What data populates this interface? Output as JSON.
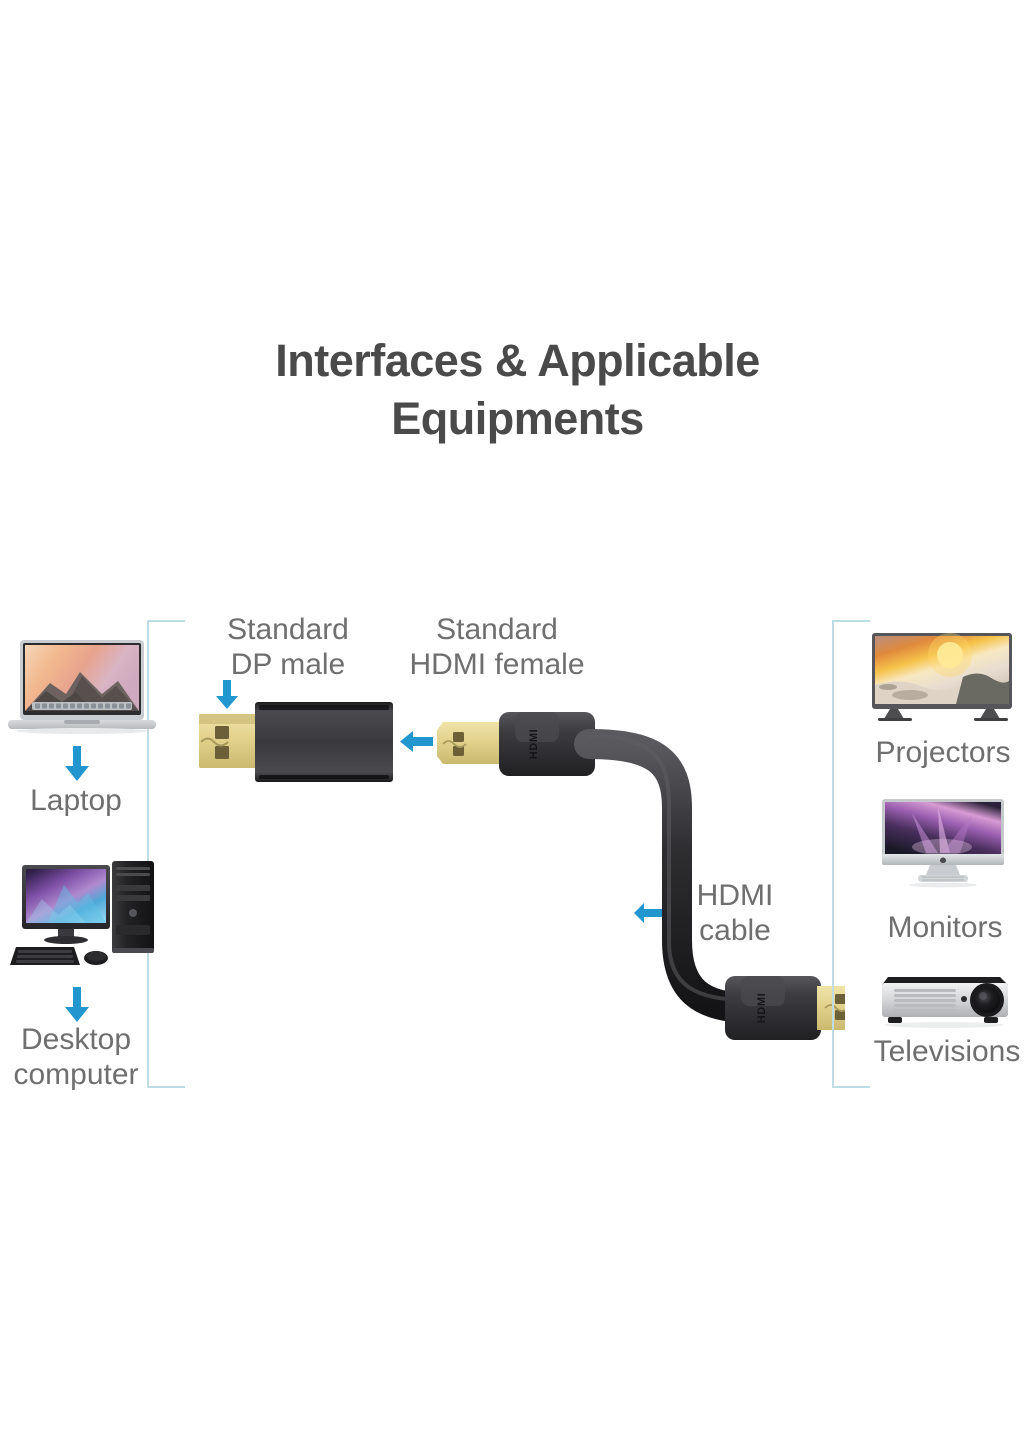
{
  "page": {
    "background": "#ffffff",
    "text_color": "#6f6f6f",
    "title_color": "#4a4a4a",
    "accent_blue": "#2196cf",
    "bracket_color": "#bfdde4"
  },
  "title": {
    "line1": "Interfaces & Applicable",
    "line2": "Equipments"
  },
  "left_group": {
    "items": [
      {
        "icon": "laptop-icon",
        "label": "Laptop"
      },
      {
        "icon": "desktop-computer-icon",
        "label": "Desktop\ncomputer"
      }
    ]
  },
  "center_group": {
    "labels": [
      {
        "name": "dp-male-label",
        "text": "Standard\nDP male"
      },
      {
        "name": "hdmi-female-label",
        "text": "Standard\nHDMI female"
      },
      {
        "name": "hdmi-cable-label",
        "text": "HDMI\ncable"
      }
    ],
    "connector_markings": {
      "hdmi_plug_1": "HDMI",
      "hdmi_plug_2": "HDMI"
    }
  },
  "right_group": {
    "items": [
      {
        "icon": "television-icon",
        "label": "Projectors"
      },
      {
        "icon": "imac-monitor-icon",
        "label": "Monitors"
      },
      {
        "icon": "projector-icon",
        "label": "Televisions"
      }
    ]
  },
  "arrows": [
    {
      "name": "arrow-laptop-down",
      "direction": "down"
    },
    {
      "name": "arrow-desktop-down",
      "direction": "down"
    },
    {
      "name": "arrow-dp-male-down",
      "direction": "down"
    },
    {
      "name": "arrow-hdmi-female-left",
      "direction": "left"
    },
    {
      "name": "arrow-hdmi-cable-left",
      "direction": "left"
    }
  ]
}
